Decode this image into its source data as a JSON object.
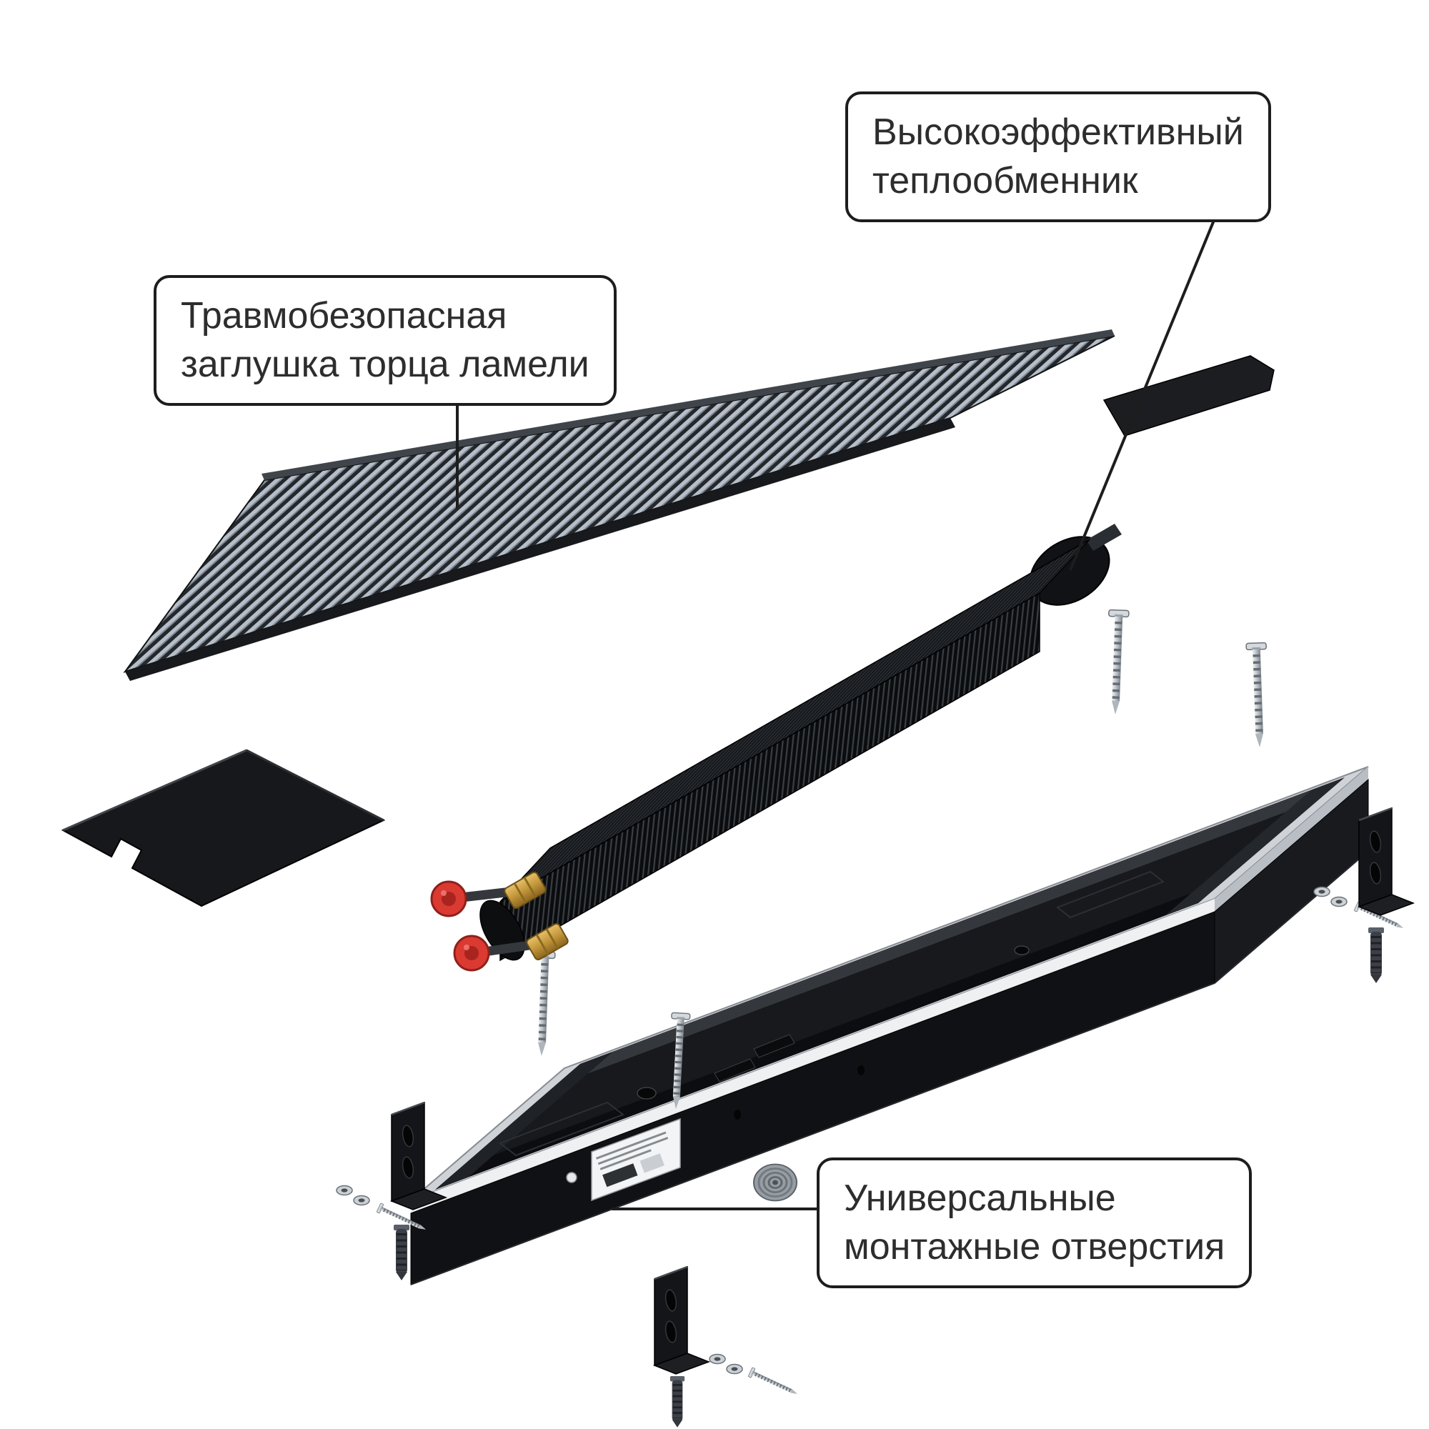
{
  "callouts": {
    "heat_exchanger": {
      "line1": "Высокоэффективный",
      "line2": "теплообменник"
    },
    "lamella_end_cap": {
      "line1": "Травмобезопасная",
      "line2": "заглушка торца ламели"
    },
    "mounting_holes": {
      "line1": "Универсальные",
      "line2": "монтажные отверстия"
    }
  },
  "colors": {
    "background": "#ffffff",
    "callout_outline": "#1d1d1d",
    "grille_slat_light": "#b6bfc9",
    "metal_black": "#17181b",
    "casing_rim_silver": "#cfd3d8",
    "valve_cap_red": "#da3a31",
    "fitting_brass": "#c69a3e"
  }
}
